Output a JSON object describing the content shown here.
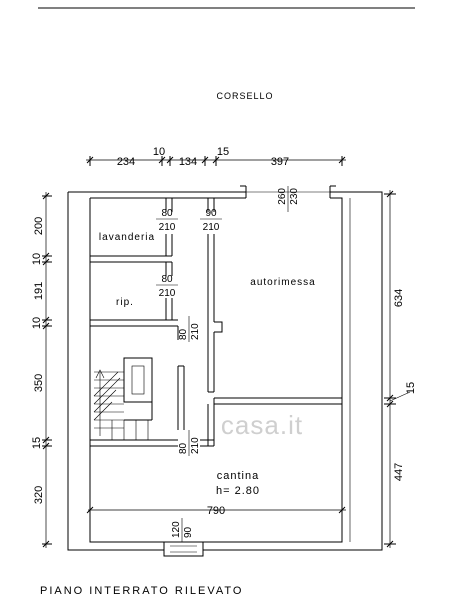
{
  "drawing": {
    "street_label": "CORSELLO",
    "title": "PIANO INTERRATO RILEVATO",
    "watermark": "casa.it"
  },
  "rooms": {
    "lavanderia": "lavanderia",
    "rip": "rip.",
    "autorimessa": "autorimessa",
    "cantina": "cantina",
    "cantina_height": "h= 2.80"
  },
  "dimensions": {
    "top": [
      "234",
      "10",
      "134",
      "15",
      "397"
    ],
    "left": [
      "200",
      "10",
      "191",
      "10",
      "350",
      "15",
      "320"
    ],
    "right": [
      "634",
      "15",
      "447"
    ],
    "bottom": "790"
  },
  "openings": {
    "door_lav_w": "80",
    "door_lav_h": "210",
    "door_top2_w": "90",
    "door_top2_h": "210",
    "garage_door_w": "260",
    "garage_door_h": "230",
    "door_rip_w": "80",
    "door_rip_h": "210",
    "door_stair1_w": "80",
    "door_stair1_h": "210",
    "door_stair2_w": "80",
    "door_stair2_h": "210",
    "window_w": "120",
    "window_h": "90"
  }
}
